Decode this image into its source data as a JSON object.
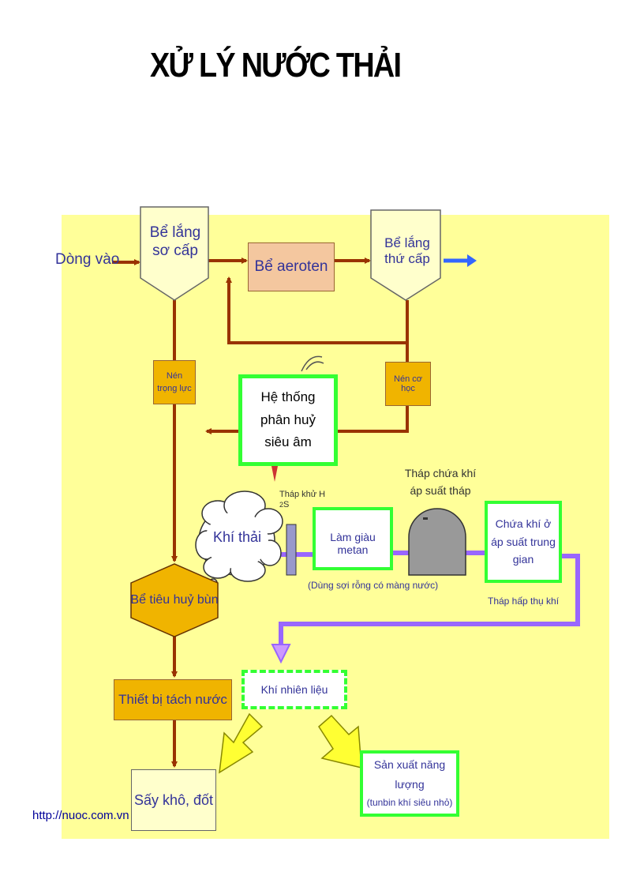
{
  "title": "XỬ LÝ NƯỚC THẢI",
  "footer_url": "http://nuoc.com.vn",
  "labels": {
    "inflow": "Dòng vào",
    "primary_clarifier": "Bể lắng sơ cấp",
    "aeration_tank": "Bể aeroten",
    "secondary_clarifier": "Bể lắng thứ cấp",
    "gravity_thickener": "Nén trọng lực",
    "mechanical_thickener": "Nén cơ học",
    "ultrasonic_system": "Hệ thống phân huỷ siêu âm",
    "h2s_tower": "Tháp khử H",
    "h2s_sub": "2",
    "h2s_tail": "S",
    "pressure_tower_label": "Tháp chứa khí áp suất tháp",
    "waste_gas": "Khí thải",
    "methane_enrichment": "Làm giàu metan",
    "membrane_note": "(Dùng sợi rỗng có màng nước)",
    "mid_pressure_storage": "Chứa khí ở áp suất trung gian",
    "absorption_tower": "Tháp hấp thụ khí",
    "sludge_digester": "Bể tiêu huỷ bùn",
    "fuel_gas": "Khí nhiên liệu",
    "dewatering": "Thiết bị tách nước",
    "drying_burning": "Sấy khô, đốt",
    "energy_production": "Sản xuất năng lượng",
    "micro_turbine": "(tunbin khí siêu nhỏ)"
  },
  "colors": {
    "panel": "#ffff99",
    "sludge_line": "#993300",
    "gas_line": "#9966ff",
    "outflow": "#3366ff",
    "green_border": "#33ff33",
    "orange_box": "#f0b400",
    "aeroten": "#f4c79f",
    "yellow_arrow": "#ffff33",
    "text_blue": "#333399"
  },
  "icons": {
    "flow_arrow": "arrow-right-icon",
    "cloud": "cloud-icon",
    "dome": "dome-tank-icon"
  }
}
